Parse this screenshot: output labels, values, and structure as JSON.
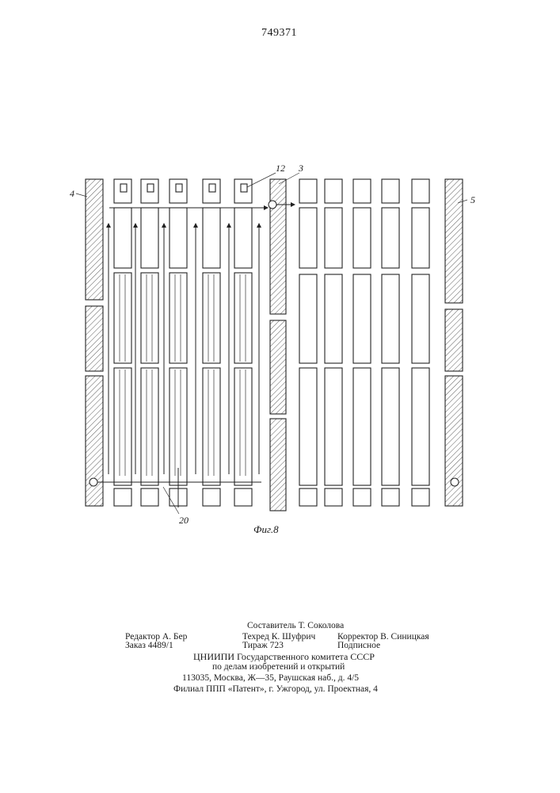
{
  "patent_number": "749371",
  "figure": {
    "caption": "Фиг.8",
    "labels": {
      "left_plate": "4",
      "right_plate": "5",
      "seal": "12",
      "divider": "3",
      "inlet": "20"
    }
  },
  "imprint": {
    "compiler": "Составитель Т. Соколова",
    "editor": "Редактор А. Бер",
    "techred": "Техред К. Шуфрич",
    "corrector": "Корректор В. Синицкая",
    "order": "Заказ 4489/1",
    "circulation": "Тираж 723",
    "subscription": "Подписное",
    "org_line1": "ЦНИИПИ  Государственного  комитета  СССР",
    "org_line2": "по  делам  изобретений  и  открытий",
    "address1": "113035,  Москва,  Ж—35,  Раушская  наб.,  д.  4/5",
    "address2": "Филиал  ППП  «Патент»,  г.  Ужгород,  ул.  Проектная,  4"
  }
}
